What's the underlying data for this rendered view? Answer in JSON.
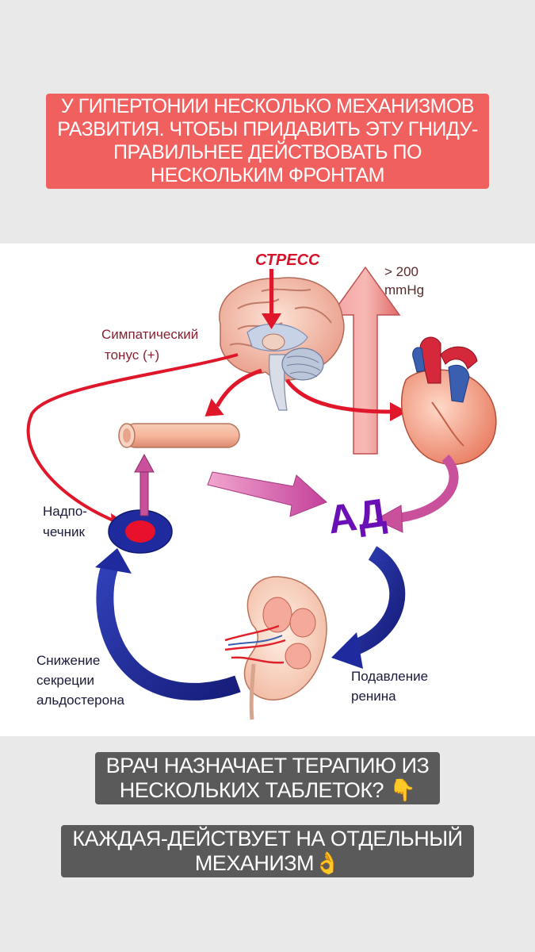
{
  "top_caption": {
    "lines": [
      "У ГИПЕРТОНИИ НЕСКОЛЬКО МЕХАНИЗМОВ",
      "РАЗВИТИЯ. ЧТОБЫ ПРИДАВИТЬ ЭТУ ГНИДУ-",
      "ПРАВИЛЬНЕЕ ДЕЙСТВОВАТЬ ПО",
      "НЕСКОЛЬКИМ ФРОНТАМ"
    ]
  },
  "diagram": {
    "stress": "СТРЕСС",
    "pressure_line1": "> 200",
    "pressure_line2": "mmHg",
    "sympathetic_line1": "Симпатический",
    "sympathetic_line2": "тонус (+)",
    "adrenal_line1": "Надпо-",
    "adrenal_line2": "чечник",
    "bp": "АД",
    "aldosterone_line1": "Снижение",
    "aldosterone_line2": "секреции",
    "aldosterone_line3": "альдостерона",
    "renin_line1": "Подавление",
    "renin_line2": "ренина",
    "colors": {
      "red_arrow": "#e0162a",
      "blue_arrow": "#1f2a9e",
      "pink_arrow": "#c9509a",
      "bp_text": "#6a0fb5"
    }
  },
  "bottom_caption_1": {
    "lines": [
      "ВРАЧ НАЗНАЧАЕТ ТЕРАПИЮ ИЗ",
      "НЕСКОЛЬКИХ ТАБЛЕТОК? 👇"
    ]
  },
  "bottom_caption_2": {
    "lines": [
      "КАЖДАЯ-ДЕЙСТВУЕТ НА ОТДЕЛЬНЫЙ",
      "МЕХАНИЗМ👌"
    ]
  }
}
